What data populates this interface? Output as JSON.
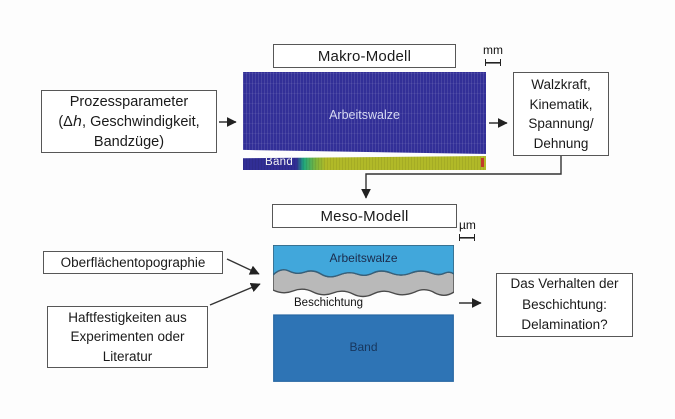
{
  "diagram": {
    "macro": {
      "title": "Makro-Modell",
      "scale_label": "mm",
      "figure": {
        "roll_label": "Arbeitswalze",
        "strip_label": "Band"
      },
      "input_box": {
        "line1": "Prozessparameter",
        "line2": "(Δℎ, Geschwindigkeit,",
        "line3": "Bandzüge)"
      },
      "output_box": {
        "line1": "Walzkraft,",
        "line2": "Kinematik,",
        "line3": "Spannung/",
        "line4": "Dehnung"
      }
    },
    "meso": {
      "title": "Meso-Modell",
      "scale_label": "µm",
      "figure": {
        "roll_label": "Arbeitswalze",
        "coating_label": "Beschichtung",
        "strip_label": "Band"
      },
      "input_box_topography": {
        "line1": "Oberflächentopographie"
      },
      "input_box_adhesion": {
        "line1": "Haftfestigkeiten aus",
        "line2": "Experimenten oder",
        "line3": "Literatur"
      },
      "output_box": {
        "line1": "Das Verhalten der",
        "line2": "Beschichtung:",
        "line3": "Delamination?"
      }
    },
    "colors": {
      "macro_roll_blue": "#322f97",
      "macro_strip_yellow": "#b1b928",
      "macro_strip_green": "#1fa87d",
      "macro_strip_red_tip": "#c2392b",
      "meso_roll_blue": "#41a7db",
      "meso_coating_gray": "#b9b9b9",
      "meso_band_blue": "#2e74b5"
    }
  }
}
